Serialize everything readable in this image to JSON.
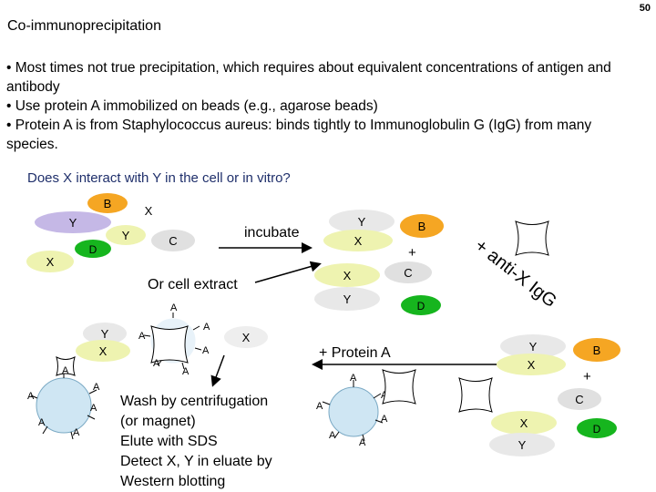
{
  "page_number": "50",
  "title": "Co-immunoprecipitation",
  "bullets": [
    "• Most times not true precipitation, which requires about equivalent concentrations of antigen and antibody",
    "• Use protein A immobilized on beads (e.g., agarose beads)",
    "• Protein A is from Staphylococcus aureus: binds tightly to Immunoglobulin G (IgG) from many species."
  ],
  "question": "Does X interact with Y in the cell or in vitro?",
  "labels": {
    "B": "B",
    "X": "X",
    "Y": "Y",
    "C": "C",
    "D": "D",
    "A": "A",
    "plus": "+",
    "incubate": "incubate",
    "cell_extract": "Or cell extract",
    "protein_a": "+ Protein A",
    "anti_x": "+ anti-X IgG"
  },
  "wash_steps": [
    "Wash by centrifugation",
    "(or magnet)",
    "Elute with SDS",
    "Detect X, Y in eluate by",
    "Western blotting"
  ],
  "colors": {
    "B": "#f5a623",
    "D": "#16b51e",
    "X_Y": "#eef3b0",
    "Y_purple": "#c5b8e6",
    "C_gray": "#e0e0e0",
    "bead": "#cfe6f3",
    "question": "#1f2f6b"
  }
}
